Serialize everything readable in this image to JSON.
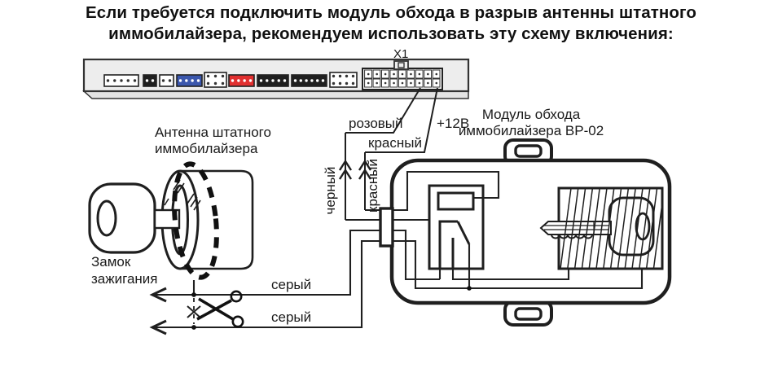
{
  "title": {
    "line1": "Если требуется подключить модуль обхода в разрыв антенны штатного",
    "line2": "иммобилайзера, рекомендуем использовать эту схему включения:"
  },
  "strip": {
    "label": "X1",
    "connectors": [
      {
        "name": "connector-white-5pin",
        "color": "white",
        "rows": 1,
        "cols": 5
      },
      {
        "name": "connector-black-2pin",
        "color": "black",
        "rows": 1,
        "cols": 2
      },
      {
        "name": "connector-white-2pin",
        "color": "white",
        "rows": 1,
        "cols": 2
      },
      {
        "name": "connector-blue-4pin",
        "color": "blue",
        "rows": 1,
        "cols": 4
      },
      {
        "name": "connector-white-6pin",
        "color": "white",
        "rows": 2,
        "cols": 3
      },
      {
        "name": "connector-red-4pin",
        "color": "red",
        "rows": 1,
        "cols": 4
      },
      {
        "name": "connector-black-5pin",
        "color": "black",
        "rows": 1,
        "cols": 5
      },
      {
        "name": "connector-black-6pin",
        "color": "black",
        "rows": 1,
        "cols": 6
      },
      {
        "name": "connector-white-8pin",
        "color": "white",
        "rows": 2,
        "cols": 4
      },
      {
        "name": "connector-x1-18pin",
        "color": "white",
        "rows": 2,
        "cols": 9
      }
    ]
  },
  "wires": {
    "pink": "розовый",
    "plus12": "+12В",
    "red_h": "красный",
    "black_v": "черный",
    "red_v": "красный",
    "gray_top": "серый",
    "gray_bottom": "серый"
  },
  "antenna": {
    "label_line1": "Антенна штатного",
    "label_line2": "иммобилайзера"
  },
  "lock": {
    "label_line1": "Замок",
    "label_line2": "зажигания"
  },
  "module": {
    "label_line1": "Модуль обхода",
    "label_line2": "иммобилайзера BP-02"
  },
  "icons": {
    "scissors": "scissors-icon",
    "cut_mark": "x-cross-icon",
    "wire_connect_arrows": "chevron-up-icon",
    "wire_direction_arrows": "arrow-left-icon"
  },
  "colors": {
    "line": "#1f1f1f",
    "strip_fill": "#ededed",
    "strip_band_fill": "#e4e4e4",
    "connector_white": "#ffffff",
    "connector_black": "#1f1f1f",
    "connector_blue": "#3b57ad",
    "connector_red": "#e12f2f"
  }
}
